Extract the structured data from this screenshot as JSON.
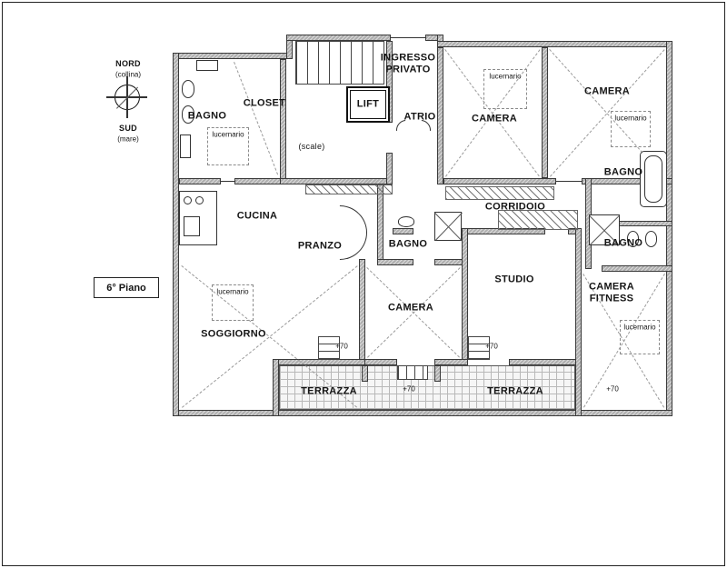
{
  "compass": {
    "north": "NORD",
    "north_sub": "(collina)",
    "south": "SUD",
    "south_sub": "(mare)"
  },
  "floor": {
    "label": "6° Piano"
  },
  "rooms": {
    "bagno_nw": "BAGNO",
    "closet": "CLOSET",
    "scala": "(scale)",
    "ingresso": "INGRESSO PRIVATO",
    "lift": "LIFT",
    "atrio": "ATRIO",
    "camera_top": "CAMERA",
    "camera_ne": "CAMERA",
    "bagno_e1": "BAGNO",
    "bagno_e2": "BAGNO",
    "corridoio": "CORRIDOIO",
    "cucina": "CUCINA",
    "pranzo": "PRANZO",
    "bagno_c": "BAGNO",
    "camera_c": "CAMERA",
    "studio": "STUDIO",
    "camera_fitness": "CAMERA FITNESS",
    "soggiorno": "SOGGIORNO",
    "terrazza_w": "TERRAZZA",
    "terrazza_e": "TERRAZZA"
  },
  "annotations": {
    "lucernario": "lucernario",
    "level": "+70"
  }
}
